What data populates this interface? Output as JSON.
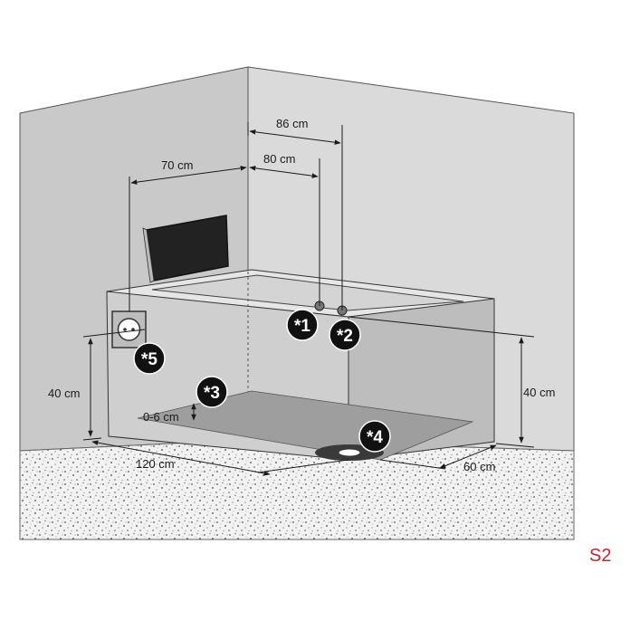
{
  "dimensions": {
    "d86": "86 cm",
    "d80": "80 cm",
    "d70": "70 cm",
    "left40": "40 cm",
    "right40": "40 cm",
    "gap": "0-6 cm",
    "len120": "120 cm",
    "wid60": "60 cm"
  },
  "markers": {
    "m1": "*1",
    "m2": "*2",
    "m3": "*3",
    "m4": "*4",
    "m5": "*5"
  },
  "page_label": "S2",
  "colors": {
    "wall_left": "#c9c9c9",
    "wall_back": "#dadada",
    "floor": "#e9e9e9",
    "marker": "#111111",
    "page_label": "#c0262d"
  }
}
